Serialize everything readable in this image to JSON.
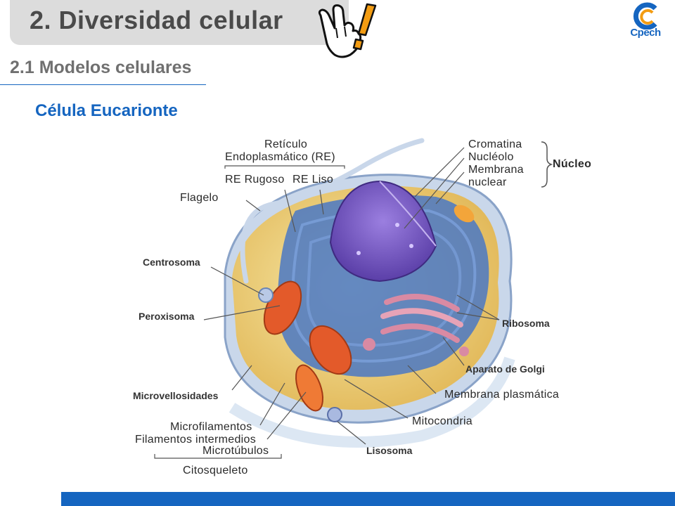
{
  "header": {
    "title": "2. Diversidad celular",
    "subtitle": "2.1 Modelos celulares",
    "logo_text": "Cpech"
  },
  "heading": "Célula Eucarionte",
  "diagram": {
    "labels": {
      "reticulo": "Retículo",
      "endoplasmatico": "Endoplasmático (RE)",
      "re_rugoso": "RE Rugoso",
      "re_liso": "RE Liso",
      "flagelo": "Flagelo",
      "cromatina": "Cromatina",
      "nucleolo": "Nucléolo",
      "membrana": "Membrana",
      "nuclear": "nuclear",
      "nucleo": "Núcleo",
      "centrosoma": "Centrosoma",
      "peroxisoma": "Peroxisoma",
      "ribosoma": "Ribosoma",
      "aparato_golgi": "Aparato de Golgi",
      "microvellosidades": "Microvellosidades",
      "membrana_plasmatica": "Membrana plasmática",
      "microfilamentos": "Microfilamentos",
      "filamentos_intermedios": "Filamentos intermedios",
      "microtubulos": "Microtúbulos",
      "mitocondria": "Mitocondria",
      "lisosoma": "Lisosoma",
      "citoesqueleto": "Citosqueleto"
    }
  },
  "colors": {
    "brand_blue": "#1565c0",
    "title_gray": "#4a4a4a",
    "tab_gray": "#dcdcdc",
    "icon_orange": "#f39c12"
  }
}
